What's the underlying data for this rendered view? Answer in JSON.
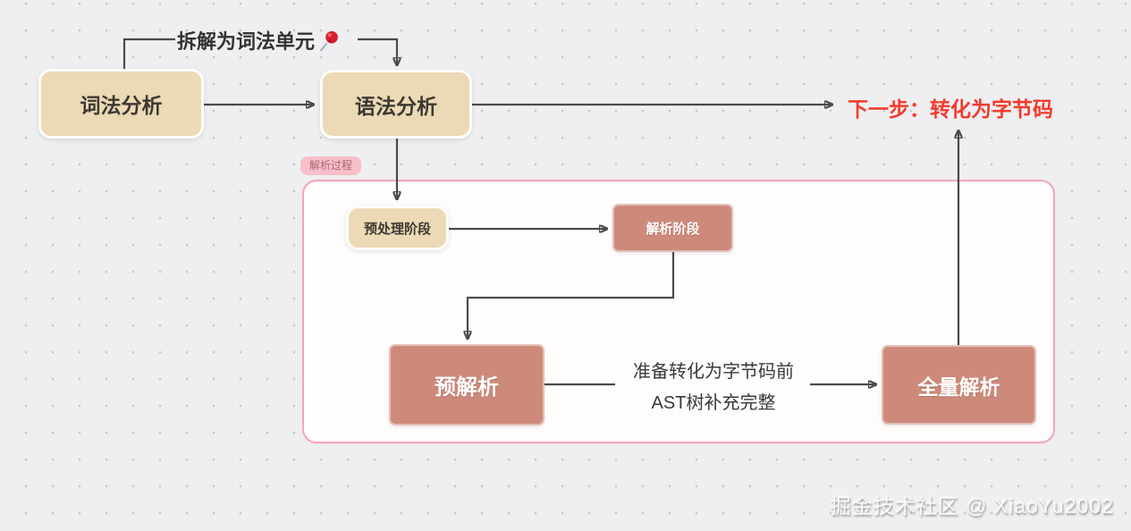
{
  "colors": {
    "bg": "#efeff1",
    "dot": "#c7c7cb",
    "tan_fill": "#ecd9b5",
    "salmon_fill": "#cd8a7b",
    "container_border": "#f3a6b8",
    "container_fill": "#fffcfc",
    "badge_fill": "#f7bfca",
    "badge_text": "#a66671",
    "arrow": "#4b4b4b",
    "accent_red": "#f23b2c",
    "node_text_dark": "#3c3933",
    "node_text_light": "#ffffff"
  },
  "diagram": {
    "nodes": {
      "lexical": {
        "label": "词法分析"
      },
      "syntax": {
        "label": "语法分析"
      },
      "preprocess": {
        "label": "预处理阶段"
      },
      "parse_stage": {
        "label": "解析阶段"
      },
      "preparse": {
        "label": "预解析"
      },
      "full_parse": {
        "label": "全量解析"
      }
    },
    "labels": {
      "tokenize_note": "拆解为词法单元",
      "pin_icon": "pushpin-icon",
      "container_badge": "解析过程",
      "next_step": "下一步：转化为字节码",
      "edge_note_line1": "准备转化为字节码前",
      "edge_note_line2": "AST树补充完整"
    },
    "watermark": "掘金技术社区 @ XiaoYu2002"
  }
}
